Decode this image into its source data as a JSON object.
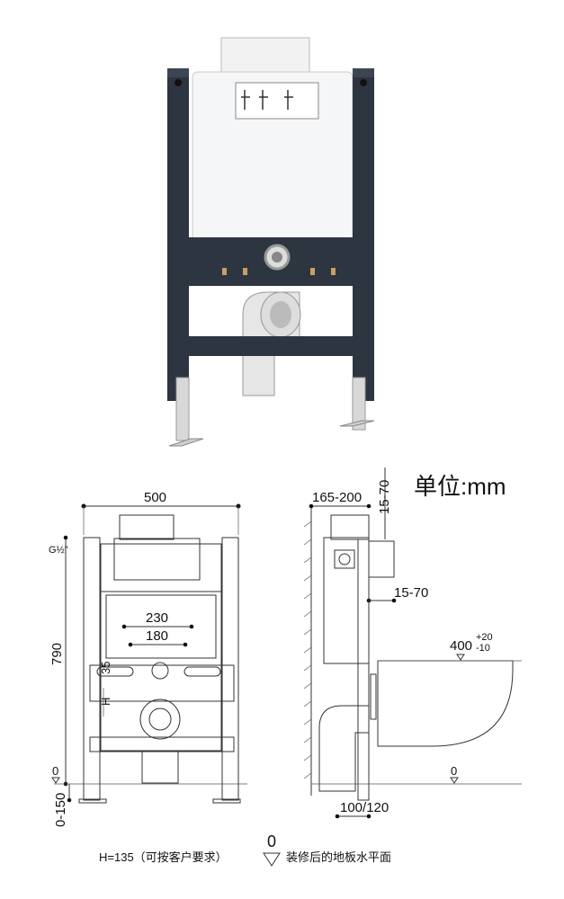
{
  "unit_label": "单位:mm",
  "front_view": {
    "width": "500",
    "height": "790",
    "spacing_outer": "230",
    "spacing_inner": "180",
    "offset": "35",
    "h_label": "H",
    "inlet_label": "G½\"",
    "floor_zero": "0",
    "leg_adjust": "0-150"
  },
  "side_view": {
    "depth": "165-200",
    "top_offset": "15-70",
    "front_offset": "15-70",
    "bowl_height": "400",
    "bowl_tol_plus": "+20",
    "bowl_tol_minus": "-10",
    "floor_zero": "0",
    "base_depth": "100/120"
  },
  "legend": {
    "h_note": "H=135（可按客户要求）",
    "floor_zero": "0",
    "floor_note": "装修后的地板水平面"
  },
  "colors": {
    "frame": "#2d3540",
    "tank": "#f4f5f6",
    "pipe": "#e8e8e8"
  }
}
